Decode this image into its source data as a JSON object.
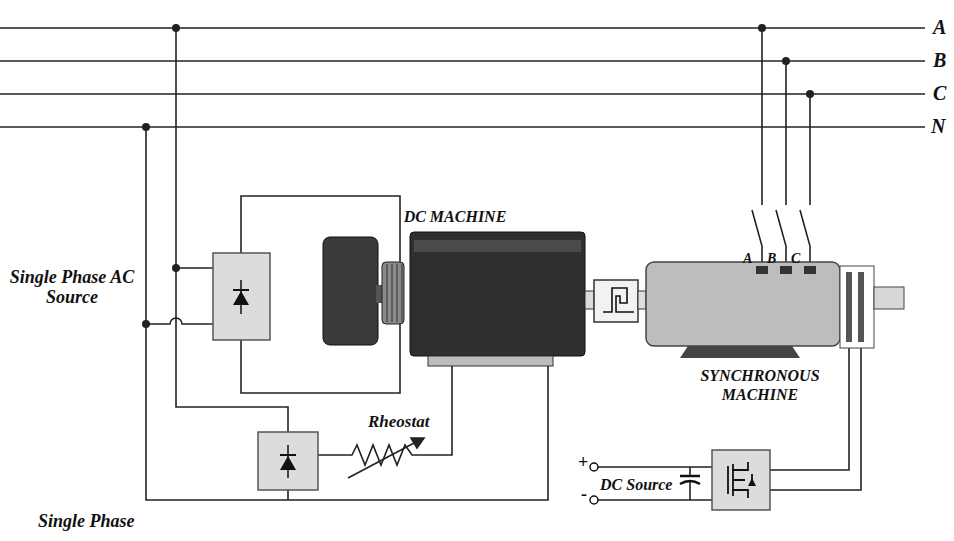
{
  "diagram": {
    "nodes": [
      {
        "text": [
          "DC MACHINE"
        ]
      },
      {
        "text": [
          "SYNCHRONOUS MACHINE"
        ]
      }
    ],
    "edges": [
      {
        "from": 0,
        "to": 1,
        "arrow": "none"
      }
    ],
    "labels": [
      "A",
      "B",
      "C",
      "N",
      "A",
      "B",
      "C",
      "Single Phase AC Source",
      "Rheostat",
      "DC Source",
      "+",
      "-",
      "Single Phase"
    ]
  }
}
